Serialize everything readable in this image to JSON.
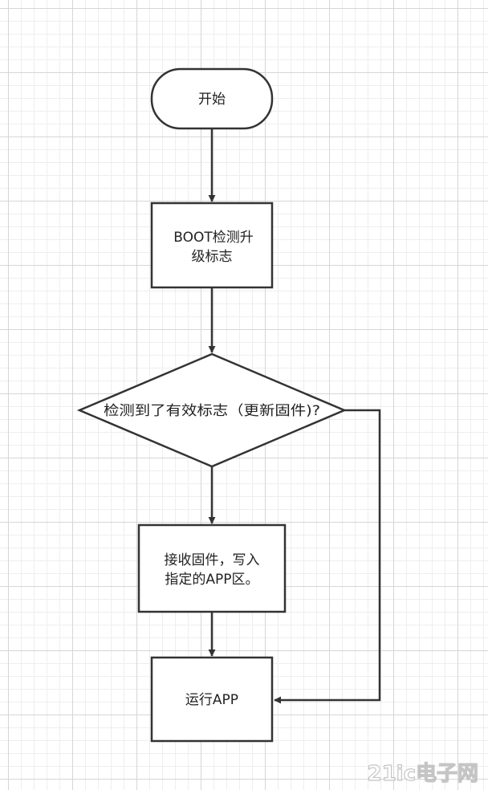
{
  "nodes": {
    "start": {
      "label": "开始"
    },
    "check_flag": {
      "line1": "BOOT检测升",
      "line2": "级标志"
    },
    "decision": {
      "label": "检测到了有效标志（更新固件)?"
    },
    "receive": {
      "line1": "接收固件，写入",
      "line2": "指定的APP区。"
    },
    "run": {
      "label": "运行APP"
    }
  },
  "watermark": {
    "text": "21ic电子网"
  },
  "colors": {
    "stroke": "#333333",
    "fill": "#ffffff",
    "text": "#222222"
  }
}
